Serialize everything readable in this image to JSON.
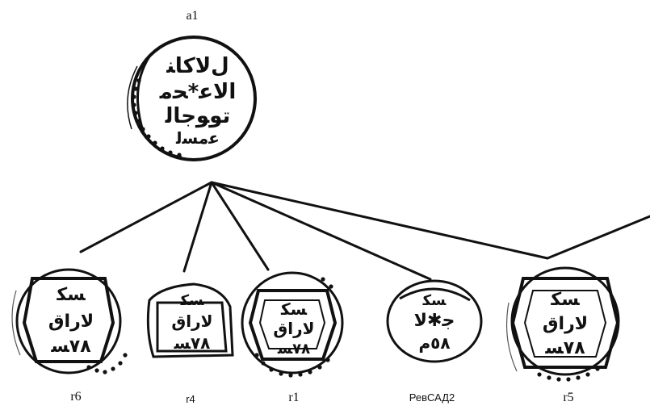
{
  "root": {
    "label": "a1"
  },
  "children": [
    {
      "label": "r6"
    },
    {
      "label": "r4"
    },
    {
      "label": "r1"
    },
    {
      "label": "РевСАД2"
    },
    {
      "label": "r5"
    }
  ]
}
